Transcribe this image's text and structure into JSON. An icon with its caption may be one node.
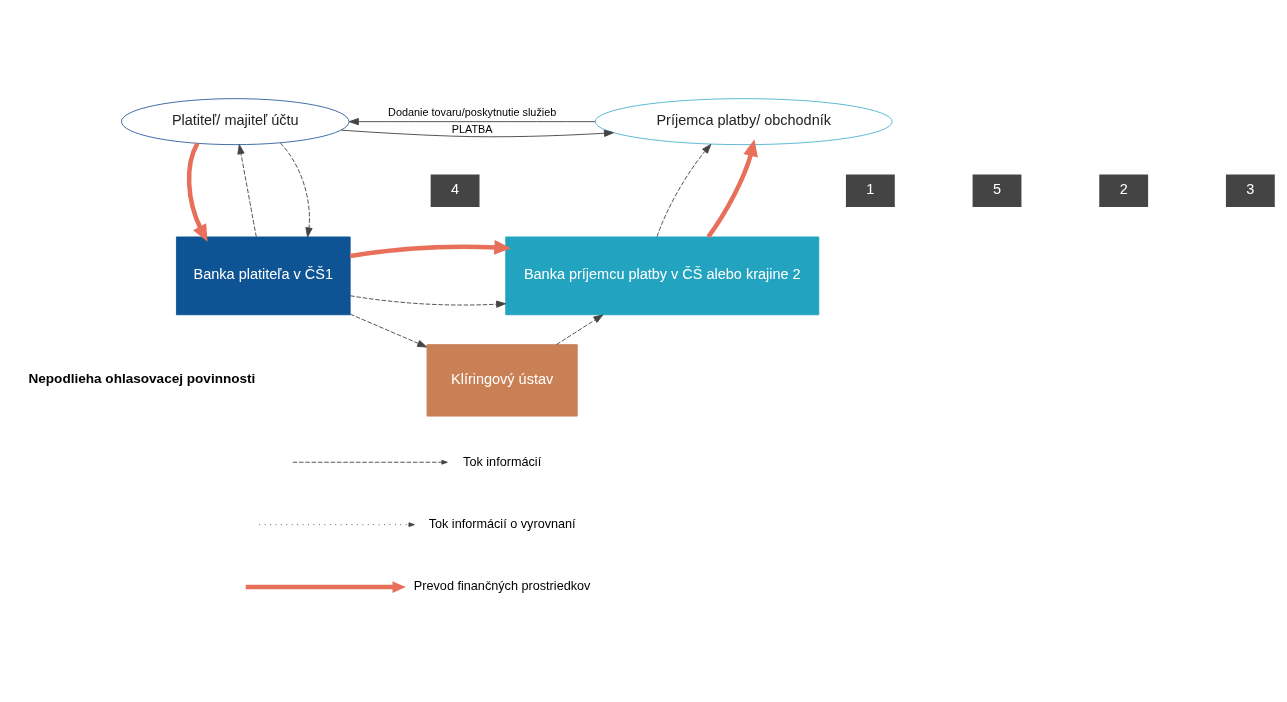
{
  "diagram": {
    "nodes": [
      {
        "text": [
          "Platiteľ/ majiteľ účtu"
        ]
      },
      {
        "text": [
          "Príjemca platby/ obchodník"
        ]
      },
      {
        "text": [
          "Banka platiteľa v ČŠ1"
        ]
      },
      {
        "text": [
          "Banka príjemcu platby v ČŠ alebo krajine 2"
        ]
      },
      {
        "text": [
          "Klíringový ústav"
        ]
      }
    ],
    "edges": [
      {
        "from": 0,
        "to": 1,
        "arrow": "to",
        "label": "PLATBA"
      },
      {
        "from": 1,
        "to": 0,
        "arrow": "to",
        "label": "Dodanie tovaru/poskytnutie služieb"
      },
      {
        "from": 0,
        "to": 2,
        "arrow": "to",
        "style": "thick",
        "color": "#e8705a"
      },
      {
        "from": 2,
        "to": 0,
        "arrow": "to",
        "style": "dashed"
      },
      {
        "from": 0,
        "to": 2,
        "arrow": "to",
        "style": "dashed"
      },
      {
        "from": 3,
        "to": 1,
        "arrow": "to",
        "style": "dashed"
      },
      {
        "from": 3,
        "to": 1,
        "arrow": "to",
        "style": "thick",
        "color": "#e8705a"
      },
      {
        "from": 2,
        "to": 3,
        "arrow": "to",
        "style": "dashed"
      },
      {
        "from": 2,
        "to": 3,
        "arrow": "to",
        "style": "thick",
        "color": "#e8705a"
      },
      {
        "from": 2,
        "to": 4,
        "arrow": "to",
        "style": "dashed"
      },
      {
        "from": 4,
        "to": 3,
        "arrow": "to",
        "style": "dashed"
      }
    ],
    "labels": [
      "4",
      "1",
      "5",
      "2",
      "3",
      "Nepodlieha ohlasovacej povinnosti"
    ],
    "legend": [
      {
        "text": "Tok informácií"
      },
      {
        "text": "Tok informácií o vyrovnaní"
      },
      {
        "text": "Prevod finančných prostriedkov"
      }
    ]
  }
}
